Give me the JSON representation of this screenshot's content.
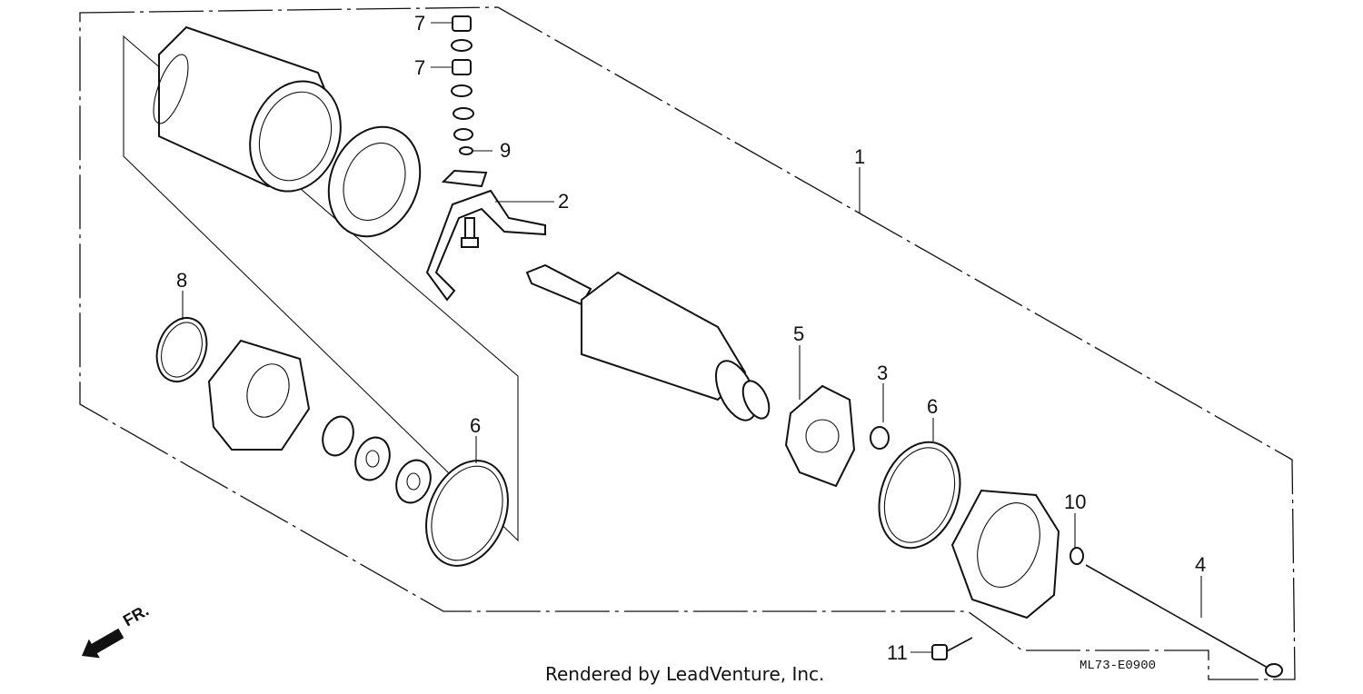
{
  "callouts": {
    "c1": "1",
    "c2": "2",
    "c3": "3",
    "c4": "4",
    "c5": "5",
    "c6a": "6",
    "c6b": "6",
    "c7a": "7",
    "c7b": "7",
    "c8": "8",
    "c9": "9",
    "c10": "10",
    "c11": "11"
  },
  "direction_label": "FR.",
  "diagram_code": "ML73-E0900",
  "credit": "Rendered by LeadVenture, Inc."
}
